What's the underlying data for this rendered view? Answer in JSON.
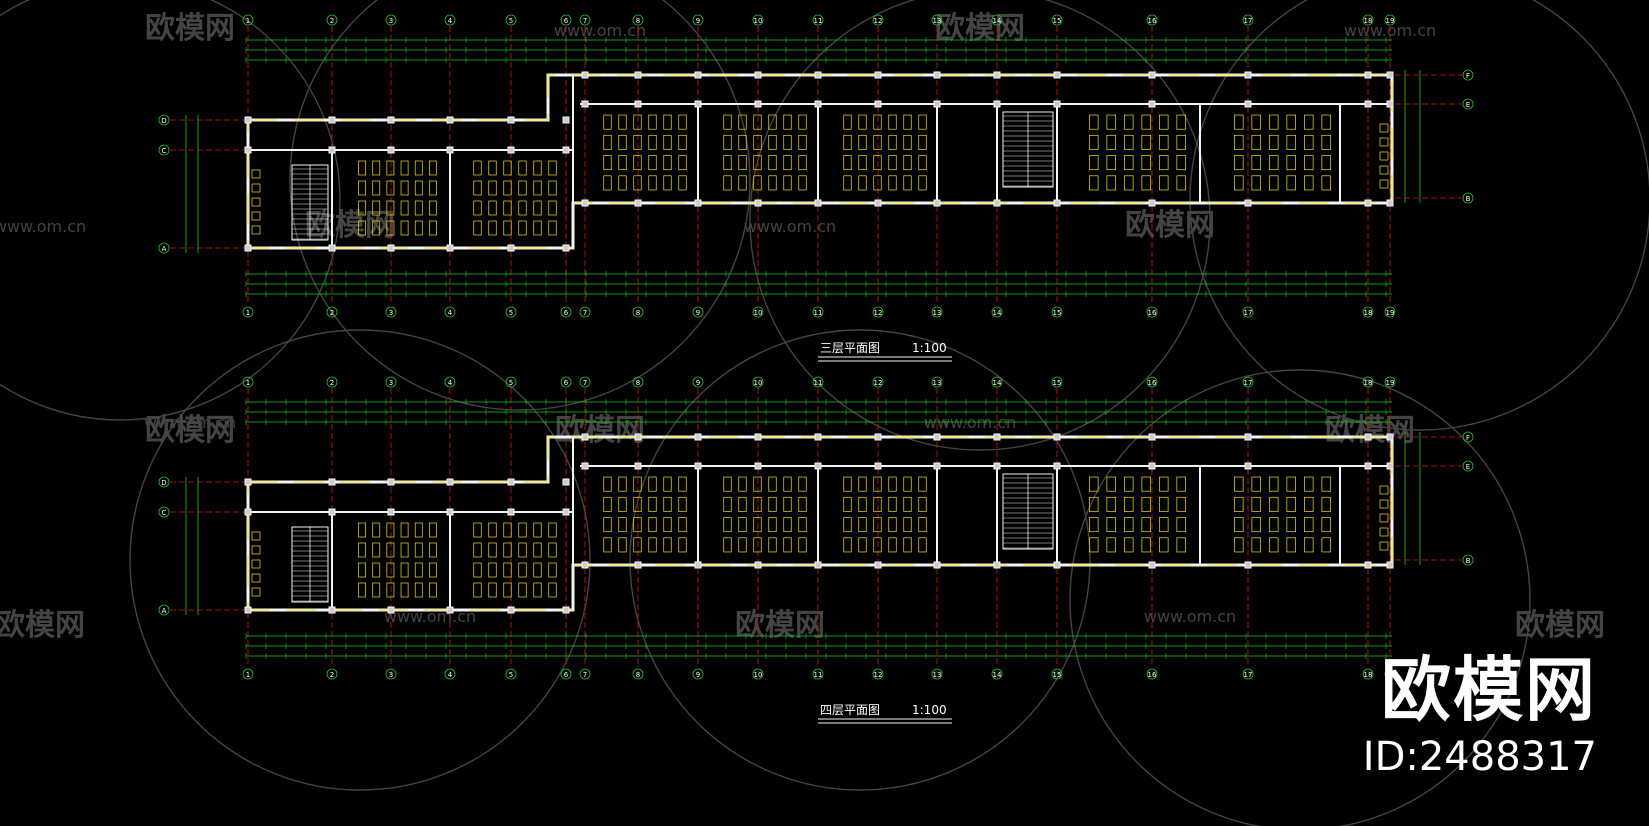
{
  "drawing": {
    "background": "#000000",
    "colors": {
      "axis": "#cc1a1a",
      "dim": "#21c521",
      "wall": "#f4f4f4",
      "window": "#f5e21a",
      "furniture": "#f5e21a",
      "text": "#ffffff",
      "watermark": "#7d7d7d"
    },
    "axis_labels_columns": [
      "1",
      "2",
      "3",
      "4",
      "5",
      "6",
      "7",
      "8",
      "9",
      "10",
      "11",
      "12",
      "13",
      "14",
      "15",
      "16",
      "17",
      "18",
      "19"
    ],
    "axis_labels_rows": [
      "A",
      "B",
      "C",
      "D",
      "E",
      "F"
    ],
    "plans": [
      {
        "title": "三层平面图",
        "scale": "1:100"
      },
      {
        "title": "四层平面图",
        "scale": "1:100"
      }
    ]
  },
  "watermark": {
    "brand": "欧模网",
    "site": "www.om.cn",
    "id_text": "ID:2488317"
  }
}
